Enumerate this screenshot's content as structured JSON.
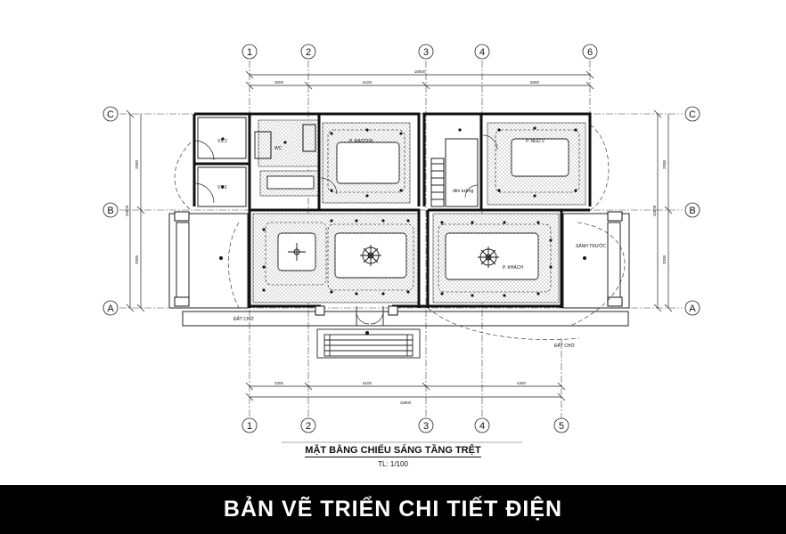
{
  "rooms": {
    "vs2": "VS 2",
    "vs1": "VS 1",
    "p_master": "P. MASTER",
    "p_ngu2": "P. NGỦ 2",
    "p_khach": "P. KHÁCH",
    "sanh_truoc": "SẢNH TRƯỚC",
    "dat_cho_left": "ĐẤT CHỜ",
    "dat_cho_right": "ĐẤT CHỜ",
    "wc": "WC",
    "dien_tuong": "đèn tường"
  },
  "axes": {
    "columns": [
      "1",
      "2",
      "3",
      "4",
      "5"
    ],
    "top_extra": "6",
    "rows": [
      "C",
      "B",
      "A"
    ]
  },
  "dimensions": {
    "top_segments": [
      "3000",
      "6100",
      "5800"
    ],
    "top_total": "18000",
    "bottom_segments": [
      "3300",
      "6100",
      "4300"
    ],
    "bottom_total": "16800",
    "left_segments": [
      "3300",
      "3300"
    ],
    "left_total": "10600",
    "right_segments": [
      "3300",
      "3300"
    ],
    "right_total": "10600"
  },
  "title": "MẶT BẰNG CHIẾU SÁNG TẦNG TRỆT",
  "scale": "TL: 1/100",
  "banner": "BẢN VẼ TRIỂN CHI TIẾT ĐIỆN"
}
